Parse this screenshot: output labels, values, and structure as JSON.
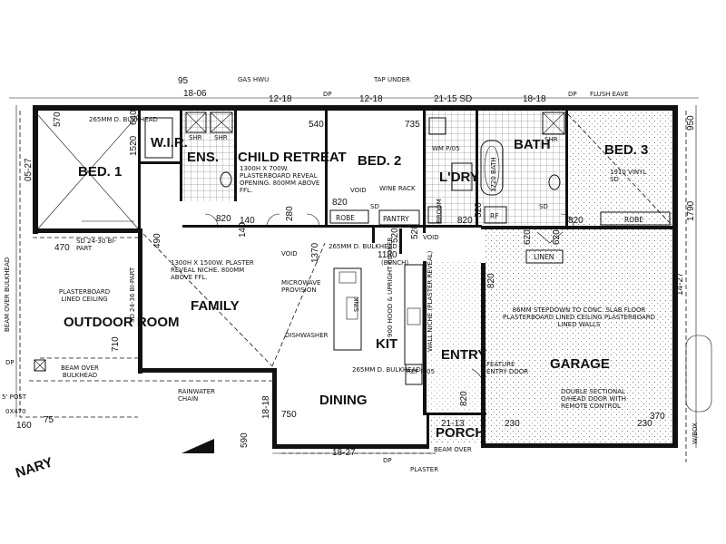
{
  "rooms": {
    "bed1": "BED. 1",
    "wir": "W.I.R.",
    "ens": "ENS.",
    "child_retreat": "CHILD RETREAT",
    "bed2": "BED. 2",
    "ldry": "L'DRY",
    "bath": "BATH",
    "bed3": "BED. 3",
    "family": "FAMILY",
    "outdoor_room": "OUTDOOR ROOM",
    "dining": "DINING",
    "kit": "KIT",
    "entry": "ENTRY",
    "garage": "GARAGE",
    "porch": "PORCH",
    "pantry": "PANTRY",
    "robe": "ROBE",
    "robe2": "ROBE",
    "linen": "LINEN",
    "rf": "RF"
  },
  "notes": {
    "gas_hwu": "GAS HWU",
    "tap_under": "TAP UNDER",
    "flush_eave": "FLUSH EAVE",
    "bulkhead_265": "265MM D. BULKHEAD",
    "reveal_opening": "1300H X 700W. PLASTERBOARD REVEAL OPENING. 800MM ABOVE FFL.",
    "reveal_niche": "1300H X 1500W. PLASTER REVEAL NICHE. 800MM ABOVE FFL.",
    "wine_rack": "WINE RACK",
    "void": "VOID",
    "bench": "(BENCH)",
    "microwave": "MICROWAVE PROVISION",
    "dishwasher": "DISHWASHER",
    "sink": "SINK",
    "hood_cooker": "900 HOOD & UPRIGHT COOKER",
    "plaster_reveal": "WALL NICHE (PLASTER REVEAL)",
    "plasterboard_ceiling": "PLASTERBOARD LINED CEILING",
    "beam_over_bulkhead": "BEAM OVER BULKHEAD",
    "rainwater_chain": "RAINWATER CHAIN",
    "stepdown": "86MM STEPDOWN TO CONC. SLAB FLOOR PLASTERBOARD LINED CEILING PLASTERBOARD LINED WALLS",
    "feature_door": "FEATURE ENTRY DOOR",
    "sectional_door": "DOUBLE SECTIONAL O/HEAD DOOR WITH REMOTE CONTROL",
    "vinyl_sd": "1910 VINYL SD",
    "bi_part_1": "SD 24-30 BI-PART",
    "bi_part_2": "SD 24-36 BI-PART",
    "beam_over": "BEAM OVER",
    "plaster": "PLASTER",
    "post": "5' POST",
    "post_size": "0X470",
    "wbox": "W/BOX",
    "preliminary": "NARY"
  },
  "dims": {
    "d95": "95",
    "d18_06": "18-06",
    "d12_18a": "12-18",
    "d12_18b": "12-18",
    "d21_15": "21-15 SD",
    "d18_18": "18-18",
    "d950": "950",
    "d570": "570",
    "d640": "640",
    "d1520": "1520",
    "d540": "540",
    "d735": "735",
    "d05_27": "05-27",
    "d820a": "820",
    "d140a": "140",
    "d140b": "140",
    "d280": "280",
    "d820b": "820",
    "d1370": "1370",
    "d1180": "1180",
    "d520a": "520",
    "d520b": "520",
    "d520c": "520",
    "d820c": "820",
    "d820d": "820",
    "d1790": "1790",
    "d620a": "620",
    "d620b": "620",
    "d470": "470",
    "d490": "490",
    "d710": "710",
    "d14_27": "14-27",
    "d750": "750",
    "d18_18b": "18-18",
    "d590": "590",
    "d18_27": "18-27",
    "d21_13": "21-13",
    "d820e": "820",
    "d820f": "820",
    "d230a": "230",
    "d230b": "230",
    "d370": "370",
    "d160": "160",
    "d75": "75",
    "dp1": "DP",
    "dp2": "DP",
    "dp3": "DP",
    "dp4": "DP",
    "sd": "SD",
    "sd2": "SD",
    "shr1": "SHR",
    "shr2": "SHR",
    "shr3": "SHR",
    "tub": "1720 BATH",
    "wm": "WM P/05",
    "broom": "BROOM",
    "ref": "REF P/05"
  }
}
